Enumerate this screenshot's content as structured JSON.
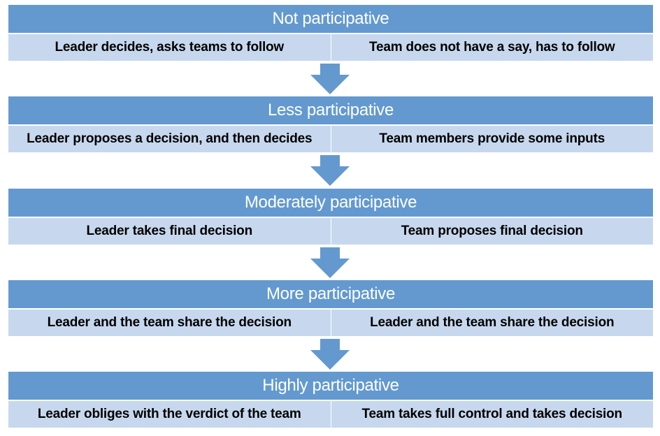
{
  "colors": {
    "header_bg": "#6399cf",
    "row_bg": "#c7d8ee",
    "arrow": "#6399cf"
  },
  "levels": [
    {
      "title": "Not participative",
      "leader": "Leader decides, asks teams to follow",
      "team": "Team does not have a say, has to follow"
    },
    {
      "title": "Less participative",
      "leader": "Leader proposes a decision, and then decides",
      "team": "Team members provide some inputs"
    },
    {
      "title": "Moderately participative",
      "leader": "Leader takes final decision",
      "team": "Team proposes final decision"
    },
    {
      "title": "More participative",
      "leader": "Leader and the team share the decision",
      "team": "Leader and the team share the decision"
    },
    {
      "title": "Highly participative",
      "leader": "Leader obliges with the verdict of the team",
      "team": "Team takes full control and takes decision"
    }
  ]
}
